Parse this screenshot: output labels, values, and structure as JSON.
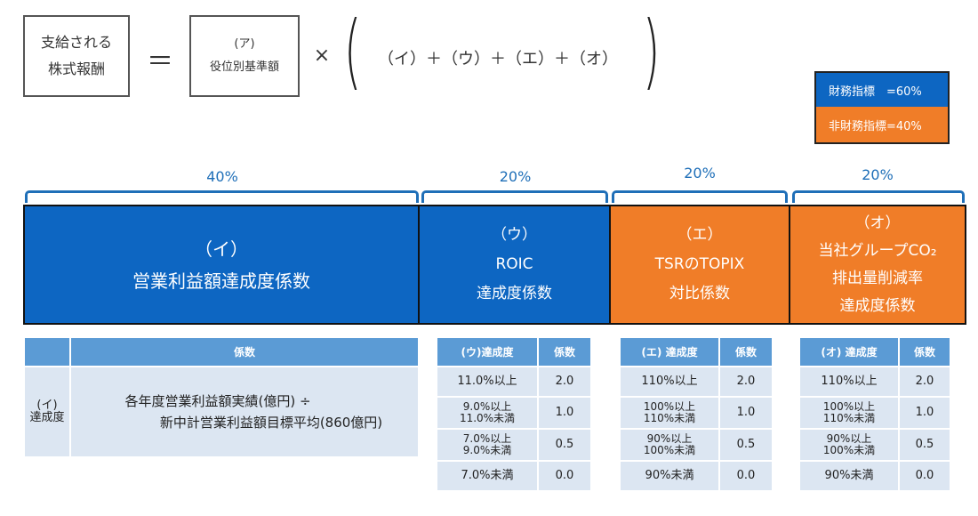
{
  "formula": {
    "lhs": [
      "支給される",
      "株式報酬"
    ],
    "equals": "＝",
    "base_label": [
      "(ア)",
      "役位別基準額"
    ],
    "times": "×",
    "open_paren": "(",
    "close_paren": ")",
    "sum": "（イ）＋（ウ）＋（エ）＋（オ）"
  },
  "legend": {
    "financial": {
      "label": "財務指標　=60%",
      "color": "#0d66c2"
    },
    "non_financial": {
      "label": "非財務指標=40%",
      "color": "#f07d28"
    }
  },
  "segments": [
    {
      "pct": "40%",
      "lines": [
        "（イ）",
        "営業利益額達成度係数"
      ],
      "color": "#0d66c2"
    },
    {
      "pct": "20%",
      "lines": [
        "（ウ）",
        "ROIC",
        "達成度係数"
      ],
      "color": "#0d66c2"
    },
    {
      "pct": "20%",
      "lines": [
        "（エ）",
        "TSRのTOPIX",
        "対比係数"
      ],
      "color": "#f07d28"
    },
    {
      "pct": "20%",
      "lines": [
        "（オ）",
        "当社グループCO₂",
        "排出量削減率",
        "達成度係数"
      ],
      "color": "#f07d28"
    }
  ],
  "table_i": {
    "header": [
      "",
      "係数"
    ],
    "row_label": [
      "(イ)",
      "達成度"
    ],
    "formula_lines": [
      "各年度営業利益額実績(億円) ÷",
      "新中計営業利益額目標平均(860億円)"
    ]
  },
  "table_u": {
    "header": [
      "(ウ)達成度",
      "係数"
    ],
    "rows": [
      {
        "range": [
          "11.0%以上"
        ],
        "coef": "2.0"
      },
      {
        "range": [
          "9.0%以上",
          "11.0%未満"
        ],
        "coef": "1.0"
      },
      {
        "range": [
          "7.0%以上",
          "9.0%未満"
        ],
        "coef": "0.5"
      },
      {
        "range": [
          "7.0%未満"
        ],
        "coef": "0.0"
      }
    ]
  },
  "table_e": {
    "header": [
      "(エ) 達成度",
      "係数"
    ],
    "rows": [
      {
        "range": [
          "110%以上"
        ],
        "coef": "2.0"
      },
      {
        "range": [
          "100%以上",
          "110%未満"
        ],
        "coef": "1.0"
      },
      {
        "range": [
          "90%以上",
          "100%未満"
        ],
        "coef": "0.5"
      },
      {
        "range": [
          "90%未満"
        ],
        "coef": "0.0"
      }
    ]
  },
  "table_o": {
    "header": [
      "(オ) 達成度",
      "係数"
    ],
    "rows": [
      {
        "range": [
          "110%以上"
        ],
        "coef": "2.0"
      },
      {
        "range": [
          "100%以上",
          "110%未満"
        ],
        "coef": "1.0"
      },
      {
        "range": [
          "90%以上",
          "100%未満"
        ],
        "coef": "0.5"
      },
      {
        "range": [
          "90%未満"
        ],
        "coef": "0.0"
      }
    ]
  }
}
